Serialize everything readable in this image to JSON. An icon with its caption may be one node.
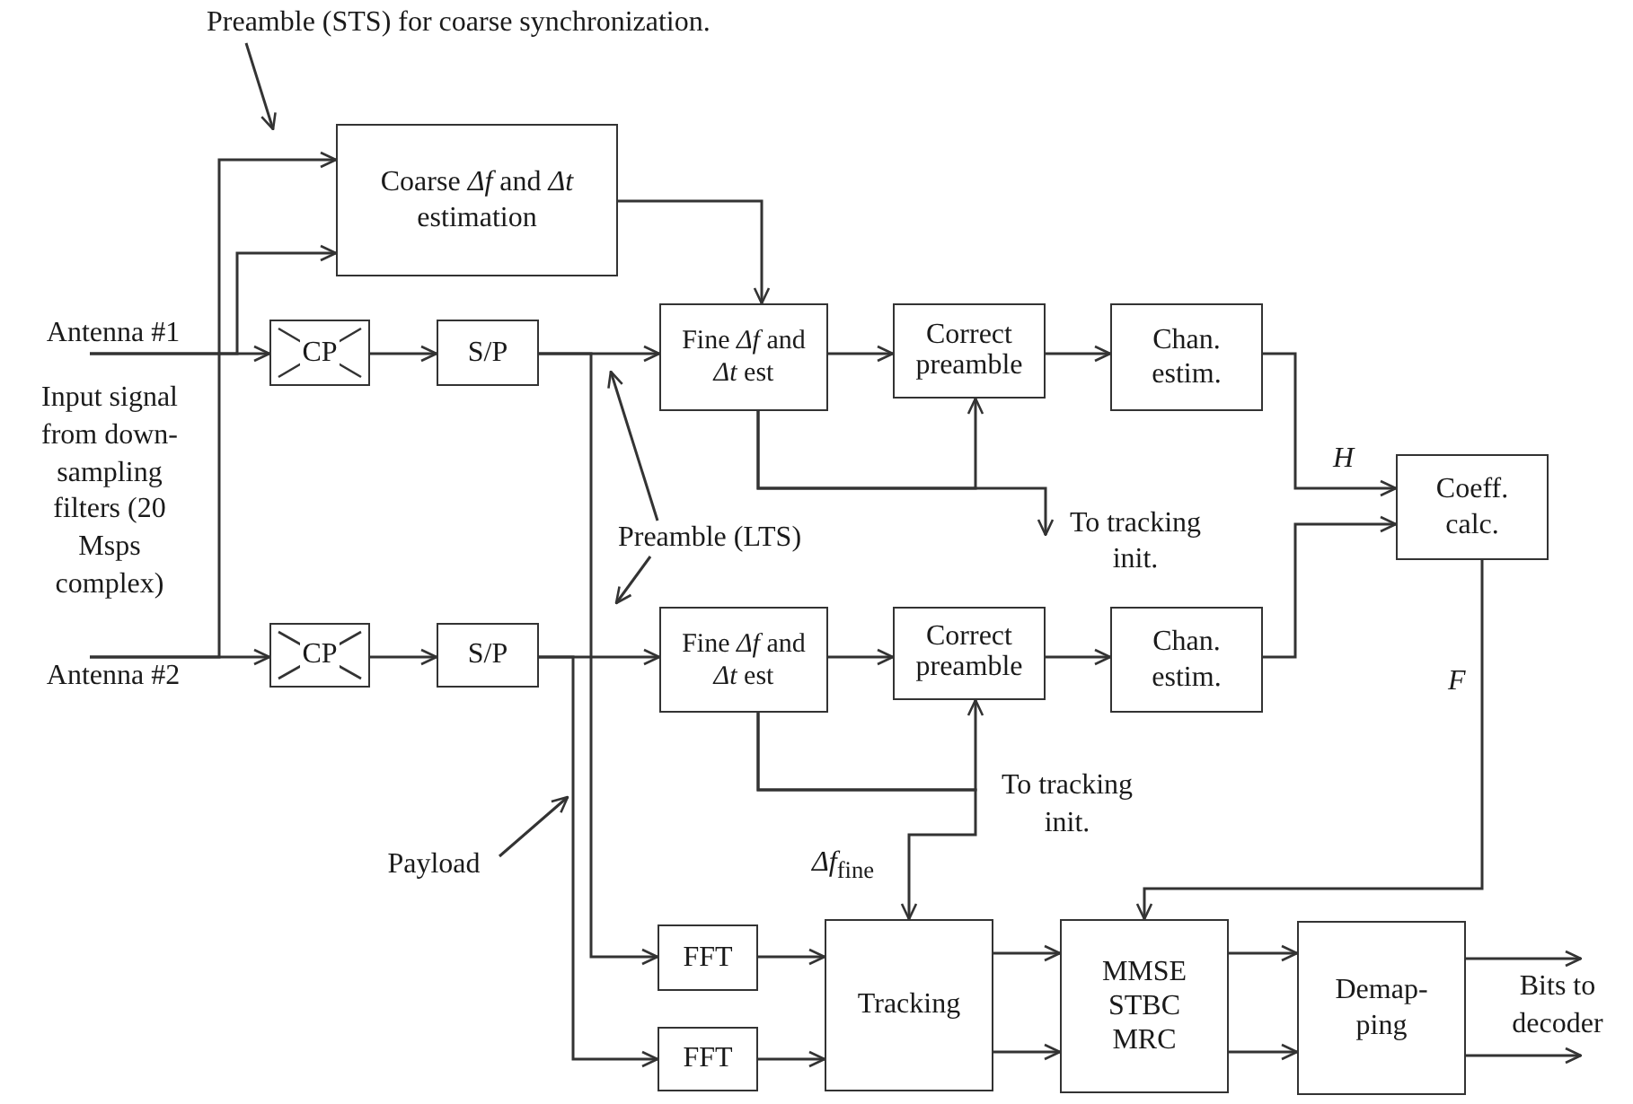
{
  "diagram": {
    "nodes": [
      {
        "text": [
          "Coarse *Δf* and *Δt* estimation"
        ]
      },
      {
        "text": [
          "CP"
        ]
      },
      {
        "text": [
          "S/P"
        ]
      },
      {
        "text": [
          "Fine *Δf* and *Δt* est"
        ]
      },
      {
        "text": [
          "Correct preamble"
        ]
      },
      {
        "text": [
          "Chan. estim."
        ]
      },
      {
        "text": [
          "Coeff. calc."
        ]
      },
      {
        "text": [
          "CP"
        ]
      },
      {
        "text": [
          "S/P"
        ]
      },
      {
        "text": [
          "Fine *Δf* and *Δt* est"
        ]
      },
      {
        "text": [
          "Correct preamble"
        ]
      },
      {
        "text": [
          "Chan. estim."
        ]
      },
      {
        "text": [
          "FFT"
        ]
      },
      {
        "text": [
          "FFT"
        ]
      },
      {
        "text": [
          "Tracking"
        ]
      },
      {
        "text": [
          "MMSE STBC MRC"
        ]
      },
      {
        "text": [
          "Demap- ping"
        ]
      },
      {
        "text": [
          "Antenna #1"
        ]
      },
      {
        "text": [
          "Antenna #2"
        ]
      },
      {
        "text": [
          "Preamble (STS) for coarse synchronization."
        ]
      },
      {
        "text": [
          "Preamble (LTS)"
        ]
      },
      {
        "text": [
          "Payload"
        ]
      },
      {
        "text": [
          "To tracking init."
        ]
      },
      {
        "text": [
          "Bits to decoder"
        ]
      }
    ],
    "edges": [
      {
        "from": 17,
        "to": 1,
        "arrow": "to"
      },
      {
        "from": 17,
        "to": 0,
        "arrow": "to"
      },
      {
        "from": 18,
        "to": 7,
        "arrow": "to"
      },
      {
        "from": 18,
        "to": 0,
        "arrow": "to"
      },
      {
        "from": 0,
        "to": 3,
        "arrow": "to"
      },
      {
        "from": 1,
        "to": 2,
        "arrow": "to"
      },
      {
        "from": 2,
        "to": 3,
        "arrow": "to"
      },
      {
        "from": 3,
        "to": 4,
        "arrow": "to"
      },
      {
        "from": 3,
        "to": 4,
        "arrow": "to"
      },
      {
        "from": 3,
        "to": 22,
        "arrow": "to"
      },
      {
        "from": 4,
        "to": 5,
        "arrow": "to"
      },
      {
        "from": 5,
        "to": 6,
        "arrow": "to",
        "label": "*H*"
      },
      {
        "from": 7,
        "to": 8,
        "arrow": "to"
      },
      {
        "from": 8,
        "to": 9,
        "arrow": "to"
      },
      {
        "from": 9,
        "to": 10,
        "arrow": "to"
      },
      {
        "from": 9,
        "to": 10,
        "arrow": "to"
      },
      {
        "from": 9,
        "to": 14,
        "arrow": "to",
        "label": "*Δf*$_{fine}$"
      },
      {
        "from": 10,
        "to": 11,
        "arrow": "to"
      },
      {
        "from": 11,
        "to": 6,
        "arrow": "to"
      },
      {
        "from": 6,
        "to": 15,
        "arrow": "to",
        "label": "*F*"
      },
      {
        "from": 2,
        "to": 12,
        "arrow": "to"
      },
      {
        "from": 8,
        "to": 13,
        "arrow": "to"
      },
      {
        "from": 12,
        "to": 14,
        "arrow": "to"
      },
      {
        "from": 13,
        "to": 14,
        "arrow": "to"
      },
      {
        "from": 14,
        "to": 15,
        "arrow": "to"
      },
      {
        "from": 14,
        "to": 15,
        "arrow": "to"
      },
      {
        "from": 15,
        "to": 16,
        "arrow": "to"
      },
      {
        "from": 15,
        "to": 16,
        "arrow": "to"
      },
      {
        "from": 16,
        "to": 23,
        "arrow": "to"
      },
      {
        "from": 16,
        "to": 23,
        "arrow": "to"
      },
      {
        "from": 19,
        "to": null,
        "arrow": "to"
      },
      {
        "from": 20,
        "to": null,
        "arrow": "to"
      },
      {
        "from": 20,
        "to": null,
        "arrow": "to"
      },
      {
        "from": 21,
        "to": null,
        "arrow": "to"
      }
    ],
    "labels": [
      "Input signal from down-sampling filters (20 Msps complex)",
      "To tracking init."
    ]
  }
}
